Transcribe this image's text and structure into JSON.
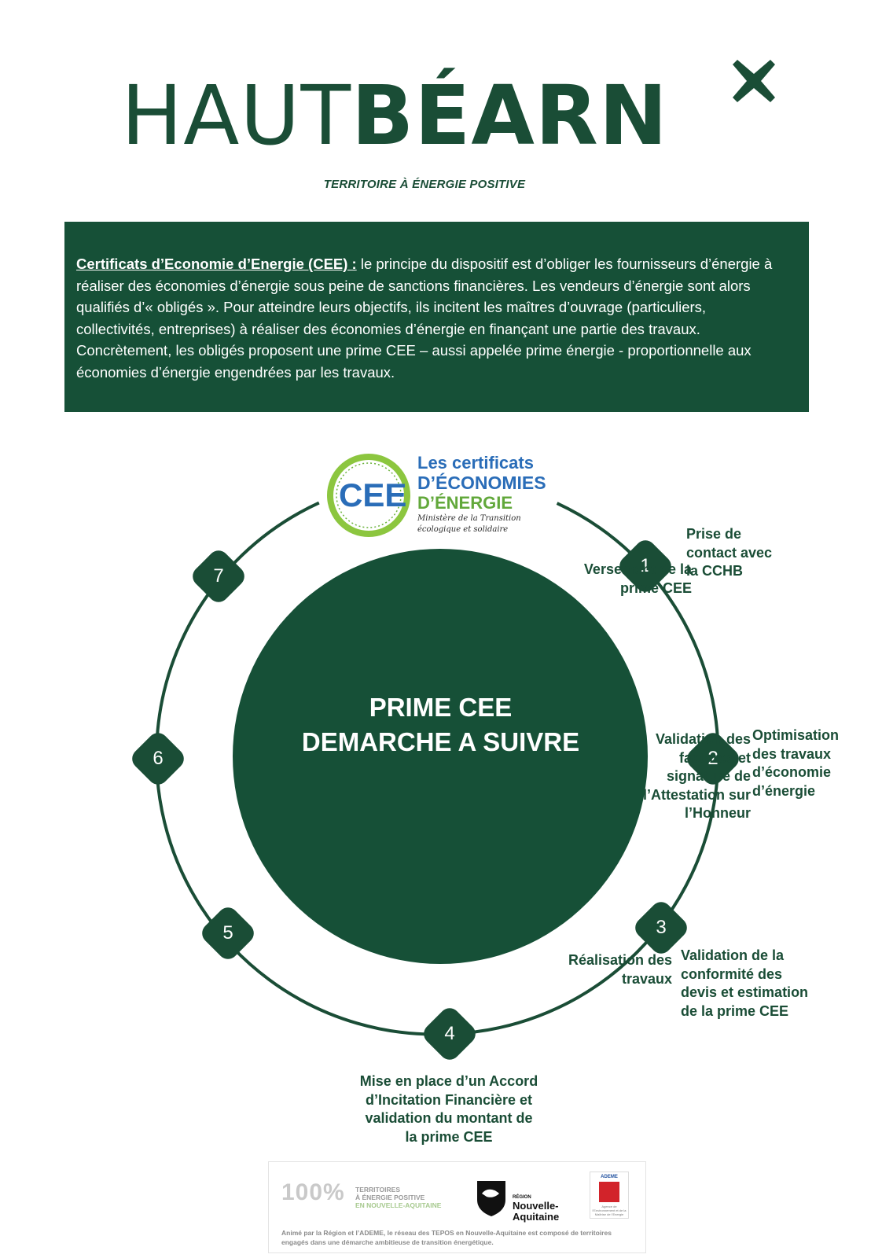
{
  "brand": {
    "logo_light": "HAUT",
    "logo_bold": "BÉARN",
    "tagline": "TERRITOIRE À ÉNERGIE POSITIVE"
  },
  "intro": {
    "heading": "Certificats d’Economie d’Energie (CEE) :",
    "text": " le principe du dispositif est d’obliger les fournisseurs d’énergie à réaliser des économies d’énergie sous peine de sanctions financières. Les vendeurs d’énergie sont alors qualifiés d’« obligés ». Pour atteindre leurs objectifs, ils incitent les maîtres d’ouvrage (particuliers, collectivités, entreprises) à réaliser des économies d’énergie en finançant une partie des travaux. Concrètement, les obligés proposent une prime CEE – aussi appelée prime énergie - proportionnelle aux économies d’énergie engendrées par les travaux."
  },
  "cee_logo": {
    "badge": "CEE",
    "line1": "Les certificats",
    "line2": "D’ÉCONOMIES",
    "line3": "D’ÉNERGIE",
    "line4": "Ministère de la Transition",
    "line5": "écologique et solidaire"
  },
  "diagram": {
    "center_line1": "PRIME CEE",
    "center_line2": "DEMARCHE A SUIVRE",
    "steps": [
      {
        "num": "1",
        "lines": [
          "Prise de",
          "contact avec",
          "la CCHB"
        ]
      },
      {
        "num": "2",
        "lines": [
          "Optimisation",
          "des travaux",
          "d’économie",
          "d’énergie"
        ]
      },
      {
        "num": "3",
        "lines": [
          "Validation de la",
          "conformité des",
          "devis et estimation",
          "de la prime CEE"
        ]
      },
      {
        "num": "4",
        "lines": [
          "Mise en place d’un Accord",
          "d’Incitation Financière et",
          "validation du montant de",
          "la prime CEE"
        ]
      },
      {
        "num": "5",
        "lines": [
          "Réalisation des",
          "travaux"
        ]
      },
      {
        "num": "6",
        "lines": [
          "Validation des",
          "factures et",
          "signature de",
          "l’Attestation sur",
          "l’Honneur"
        ]
      },
      {
        "num": "7",
        "lines": [
          "Versement de la",
          "prime CEE"
        ]
      }
    ]
  },
  "footer": {
    "tepos_pct": "100%",
    "tepos_line1": "TERRITOIRES",
    "tepos_line2": "À ÉNERGIE POSITIVE",
    "tepos_line3": "EN NOUVELLE-AQUITAINE",
    "region_small": "RÉGION",
    "region_line1": "Nouvelle-",
    "region_line2": "Aquitaine",
    "ademe": "ADEME",
    "ademe_sub": "Agence de l’Environnement et de la Maîtrise de l’Energie",
    "note": "Animé par la Région et l’ADEME, le réseau des TEPOS en Nouvelle-Aquitaine est composé de territoires engagés dans une démarche ambitieuse de transition énergétique."
  },
  "colors": {
    "brand_green": "#1a4d36",
    "box_green": "#165037",
    "cee_blue": "#2a6db8",
    "cee_green": "#62a83b"
  }
}
